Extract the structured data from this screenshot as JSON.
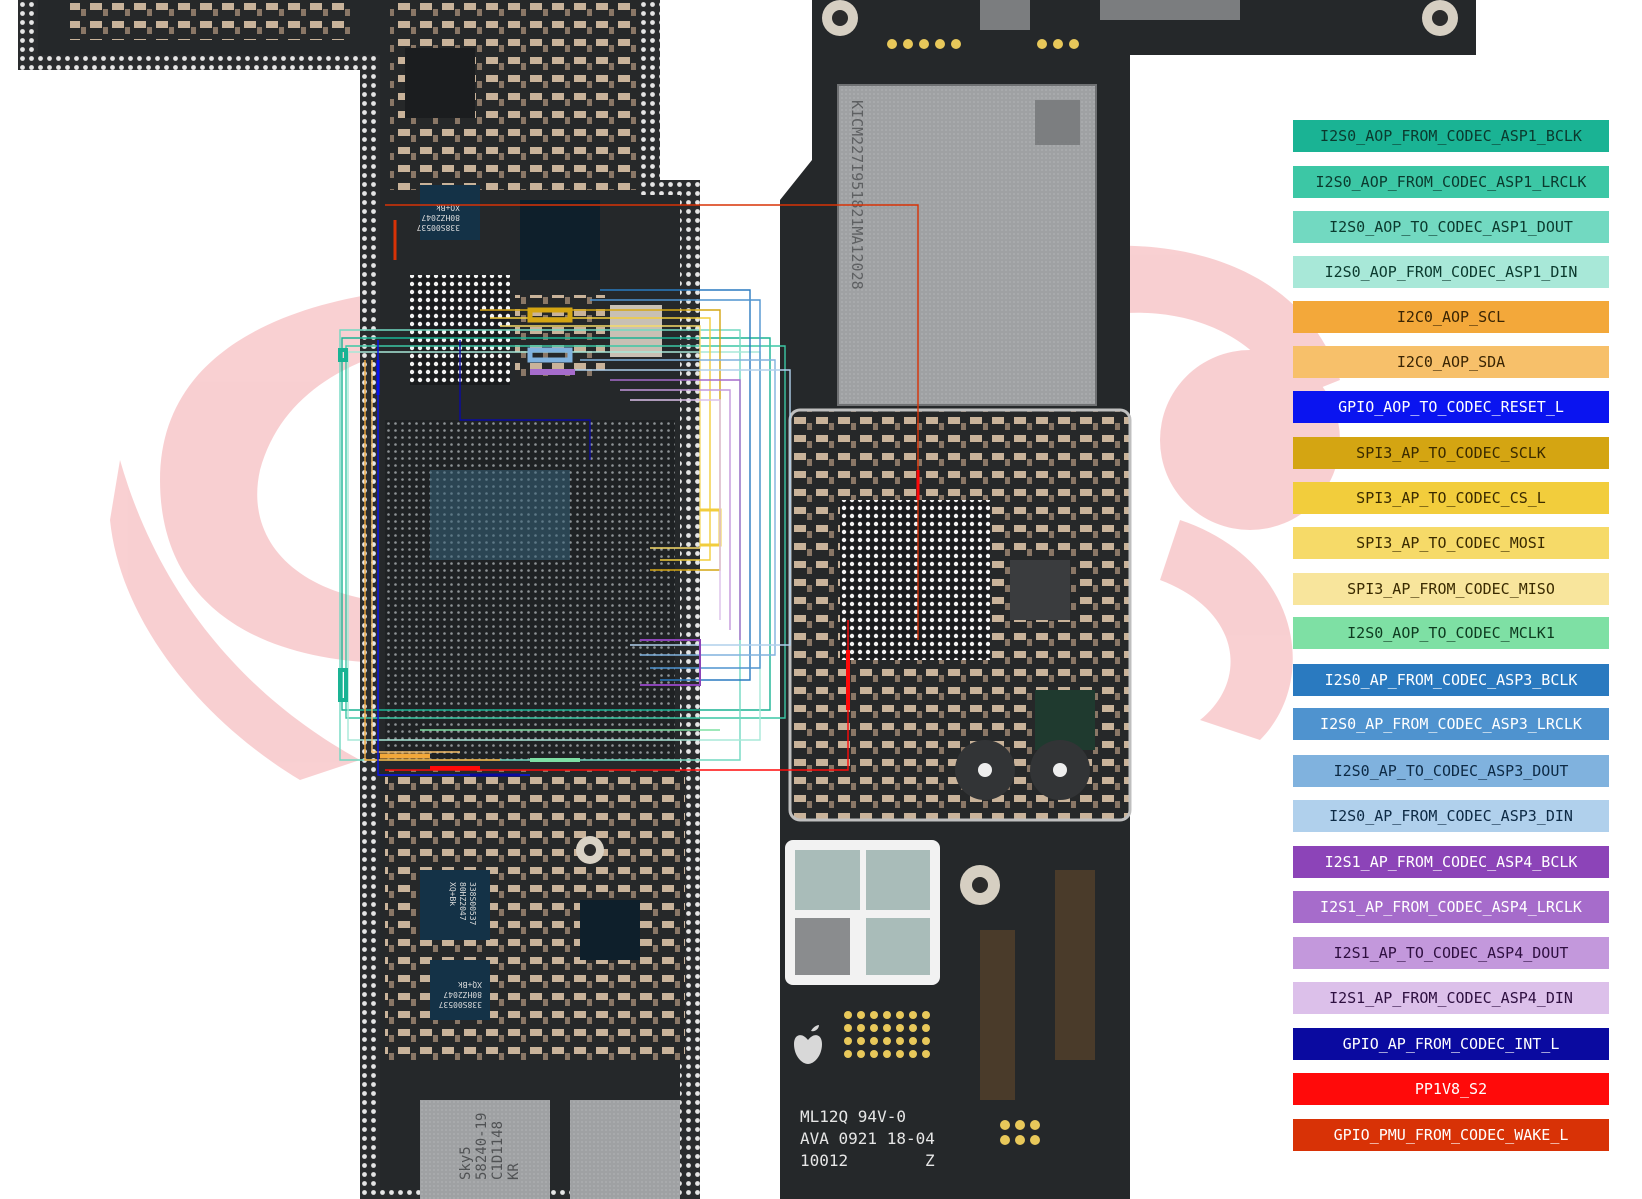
{
  "chips": {
    "codec_top": [
      "338S00537",
      "80HZ2047",
      "XQ+Bk"
    ],
    "codec_mid": [
      "338S00537",
      "80HZ2047",
      "XQ+Bk"
    ],
    "codec_low": [
      "338S00537",
      "80HZ2047",
      "XQ+Bk"
    ],
    "nand_side": "KICM227I951821MA12028",
    "sky": [
      "Sky5",
      "58240-19",
      "C1D1148",
      "KR"
    ],
    "marking": [
      "ML12Q 94V-0",
      "AVA 0921 18-04",
      "10012",
      "Z"
    ]
  },
  "legend": [
    {
      "label": "I2S0_AOP_FROM_CODEC_ASP1_BCLK",
      "bg": "#1ab394",
      "fg": "#0b3a2e"
    },
    {
      "label": "I2S0_AOP_FROM_CODEC_ASP1_LRCLK",
      "bg": "#3cc7a5",
      "fg": "#0b3a2e"
    },
    {
      "label": "I2S0_AOP_TO_CODEC_ASP1_DOUT",
      "bg": "#72d9c1",
      "fg": "#0b3a2e"
    },
    {
      "label": "I2S0_AOP_FROM_CODEC_ASP1_DIN",
      "bg": "#a8e8d8",
      "fg": "#0b3a2e"
    },
    {
      "label": "I2C0_AOP_SCL",
      "bg": "#f3a83a",
      "fg": "#3a2504"
    },
    {
      "label": "I2C0_AOP_SDA",
      "bg": "#f7c06a",
      "fg": "#3a2504"
    },
    {
      "label": "GPIO_AOP_TO_CODEC_RESET_L",
      "bg": "#0a14f0",
      "fg": "#ffffff"
    },
    {
      "label": "SPI3_AP_TO_CODEC_SCLK",
      "bg": "#d4a512",
      "fg": "#3a2a00"
    },
    {
      "label": "SPI3_AP_TO_CODEC_CS_L",
      "bg": "#f2cd3c",
      "fg": "#3a2a00"
    },
    {
      "label": "SPI3_AP_TO_CODEC_MOSI",
      "bg": "#f6da68",
      "fg": "#3a2a00"
    },
    {
      "label": "SPI3_AP_FROM_CODEC_MISO",
      "bg": "#f8e59c",
      "fg": "#3a2a00"
    },
    {
      "label": "I2S0_AOP_TO_CODEC_MCLK1",
      "bg": "#7ee0a4",
      "fg": "#0e3a20"
    },
    {
      "label": "I2S0_AP_FROM_CODEC_ASP3_BCLK",
      "bg": "#2a7ac0",
      "fg": "#ffffff"
    },
    {
      "label": "I2S0_AP_FROM_CODEC_ASP3_LRCLK",
      "bg": "#4f93cf",
      "fg": "#ffffff"
    },
    {
      "label": "I2S0_AP_TO_CODEC_ASP3_DOUT",
      "bg": "#80b2de",
      "fg": "#0d2a45"
    },
    {
      "label": "I2S0_AP_FROM_CODEC_ASP3_DIN",
      "bg": "#b0d0ec",
      "fg": "#0d2a45"
    },
    {
      "label": "I2S1_AP_FROM_CODEC_ASP4_BCLK",
      "bg": "#8c44b8",
      "fg": "#ffffff"
    },
    {
      "label": "I2S1_AP_FROM_CODEC_ASP4_LRCLK",
      "bg": "#a66ccb",
      "fg": "#ffffff"
    },
    {
      "label": "I2S1_AP_TO_CODEC_ASP4_DOUT",
      "bg": "#c398dc",
      "fg": "#2e0f40"
    },
    {
      "label": "I2S1_AP_FROM_CODEC_ASP4_DIN",
      "bg": "#dcc0ea",
      "fg": "#2e0f40"
    },
    {
      "label": "GPIO_AP_FROM_CODEC_INT_L",
      "bg": "#0a0aa0",
      "fg": "#ffffff"
    },
    {
      "label": "PP1V8_S2",
      "bg": "#ff0a0a",
      "fg": "#ffffff"
    },
    {
      "label": "GPIO_PMU_FROM_CODEC_WAKE_L",
      "bg": "#d83206",
      "fg": "#ffffff"
    }
  ]
}
